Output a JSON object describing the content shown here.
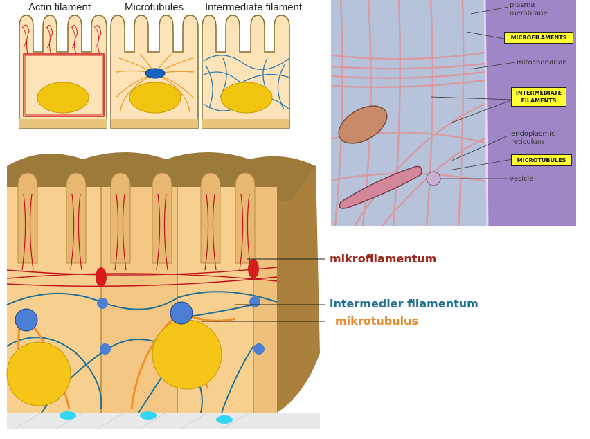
{
  "colors": {
    "actin": "#d42020",
    "microtubule": "#f0a030",
    "intermediate": "#2a7ab0",
    "nucleus": "#f1c40f",
    "cytoplasm": "#fde3b8",
    "tag_fill": "#ffff33",
    "label_microfilament": "#a0281c",
    "label_intermediate": "#1f6f96",
    "label_microtubule": "#e8892a"
  },
  "top_panel": {
    "titles": {
      "actin": "Actin filament",
      "microtubules": "Microtubules",
      "intermediate": "Intermediate filament"
    }
  },
  "right_panel": {
    "labels": {
      "plasma_membrane": "plasma\nmembrane",
      "mitochondrion": "mitochondrion",
      "er": "endoplasmic\nreticulum",
      "vesicle": "vesicle"
    },
    "tags": {
      "microfilaments": "MICROFILAMENTS",
      "intermediate": "INTERMEDIATE\nFILAMENTS",
      "microtubules": "MICROTUBULES"
    }
  },
  "bottom_panel": {
    "labels": {
      "mikrofilamentum": "mikrofilamentum",
      "intermedier": "intermedier filamentum",
      "mikrotubulus": "mikrotubulus"
    }
  }
}
